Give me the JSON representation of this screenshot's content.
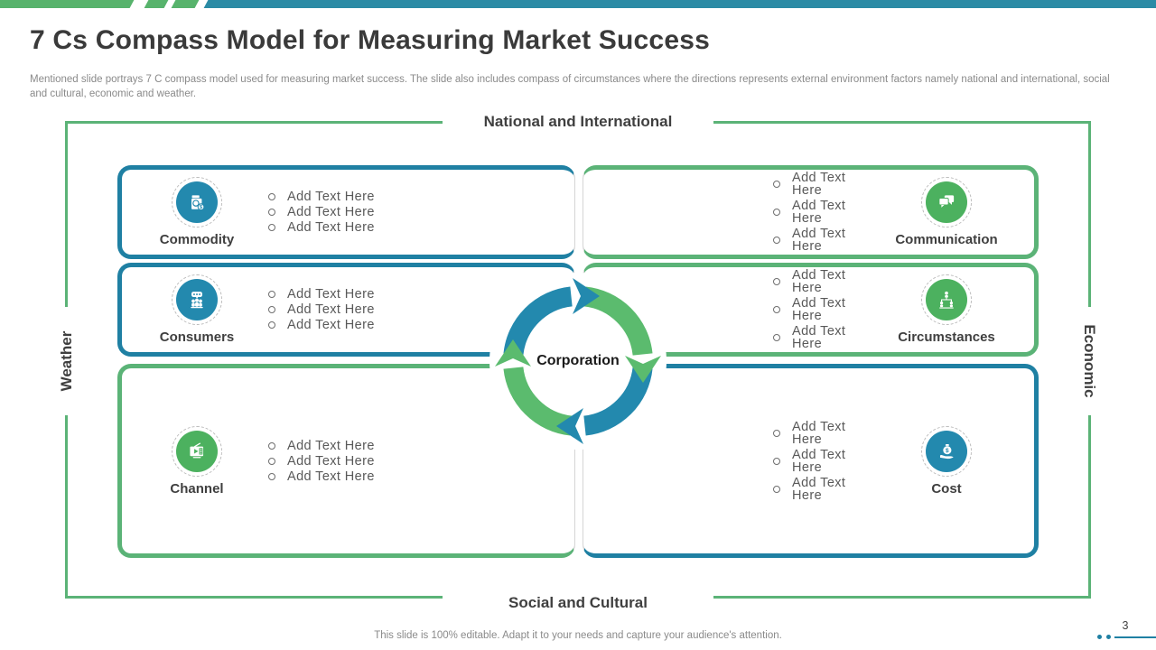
{
  "slide": {
    "title": "7 Cs Compass Model for Measuring Market Success",
    "subtitle": "Mentioned slide portrays 7 C compass model used for measuring market success. The slide also includes compass of circumstances where the directions represents external environment factors namely national and international, social and cultural, economic and weather.",
    "footer": "This slide is 100% editable. Adapt it to your needs and capture your audience's attention.",
    "page_number": "3"
  },
  "compass": {
    "north": "National and International",
    "south": "Social and Cultural",
    "west": "Weather",
    "east": "Economic",
    "center": "Corporation"
  },
  "boxes": [
    {
      "id": "commodity",
      "label": "Commodity",
      "border_color": "#1f80a3",
      "icon": "cash-register-icon",
      "bullets": [
        "Add Text Here",
        "Add Text Here",
        "Add Text Here"
      ]
    },
    {
      "id": "consumers",
      "label": "Consumers",
      "border_color": "#1f80a3",
      "icon": "people-chat-icon",
      "bullets": [
        "Add Text Here",
        "Add Text Here",
        "Add Text Here"
      ]
    },
    {
      "id": "channel",
      "label": "Channel",
      "border_color": "#5bb377",
      "icon": "tv-media-icon",
      "bullets": [
        "Add Text Here",
        "Add Text Here",
        "Add Text Here"
      ]
    },
    {
      "id": "communication",
      "label": "Communication",
      "border_color": "#5bb377",
      "icon": "chat-windows-icon",
      "bullets": [
        "Add Text Here",
        "Add Text Here",
        "Add Text Here"
      ]
    },
    {
      "id": "circumstances",
      "label": "Circumstances",
      "border_color": "#5bb377",
      "icon": "org-structure-icon",
      "bullets": [
        "Add Text Here",
        "Add Text Here",
        "Add Text Here"
      ]
    },
    {
      "id": "cost",
      "label": "Cost",
      "border_color": "#1f80a3",
      "icon": "money-bag-hand-icon",
      "bullets": [
        "Add Text Here",
        "Add Text Here",
        "Add Text Here"
      ]
    }
  ],
  "colors": {
    "teal": "#1f80a3",
    "green": "#5bb377",
    "arrow_teal": "#2389ae",
    "arrow_green": "#5bbb6e",
    "topbar_teal": "#2b8ba5",
    "topbar_green": "#57b36c"
  }
}
